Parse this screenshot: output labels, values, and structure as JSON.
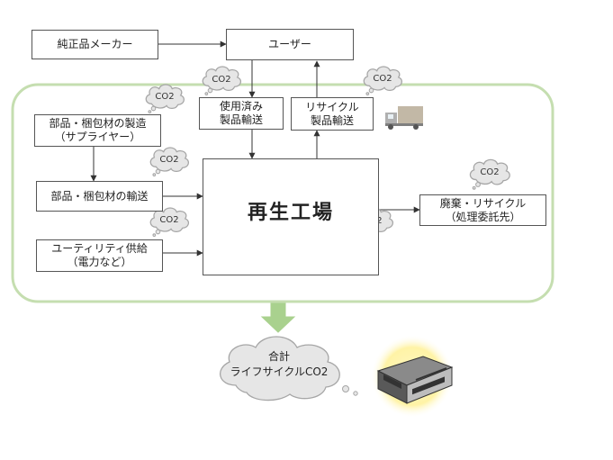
{
  "boxes": {
    "genuine_maker": "純正品メーカー",
    "user": "ユーザー",
    "used_transport": "使用済み\n製品輸送",
    "recycle_transport": "リサイクル\n製品輸送",
    "parts_manufacture": "部品・梱包材の製造\n（サプライヤー）",
    "parts_transport": "部品・梱包材の輸送",
    "utility": "ユーティリティ供給\n（電力など）",
    "factory": "再生工場",
    "disposal": "廃棄・リサイクル\n（処理委託先）"
  },
  "co2_label": "CO2",
  "total": {
    "line1": "合計",
    "line2": "ライフサイクルCO2"
  },
  "colors": {
    "frame_green": "#c5deb0",
    "arrow_green": "#a9d18e",
    "cloud_fill": "#e6e6e6",
    "cloud_stroke": "#a6a6a6",
    "glow": "#fff6b0"
  }
}
